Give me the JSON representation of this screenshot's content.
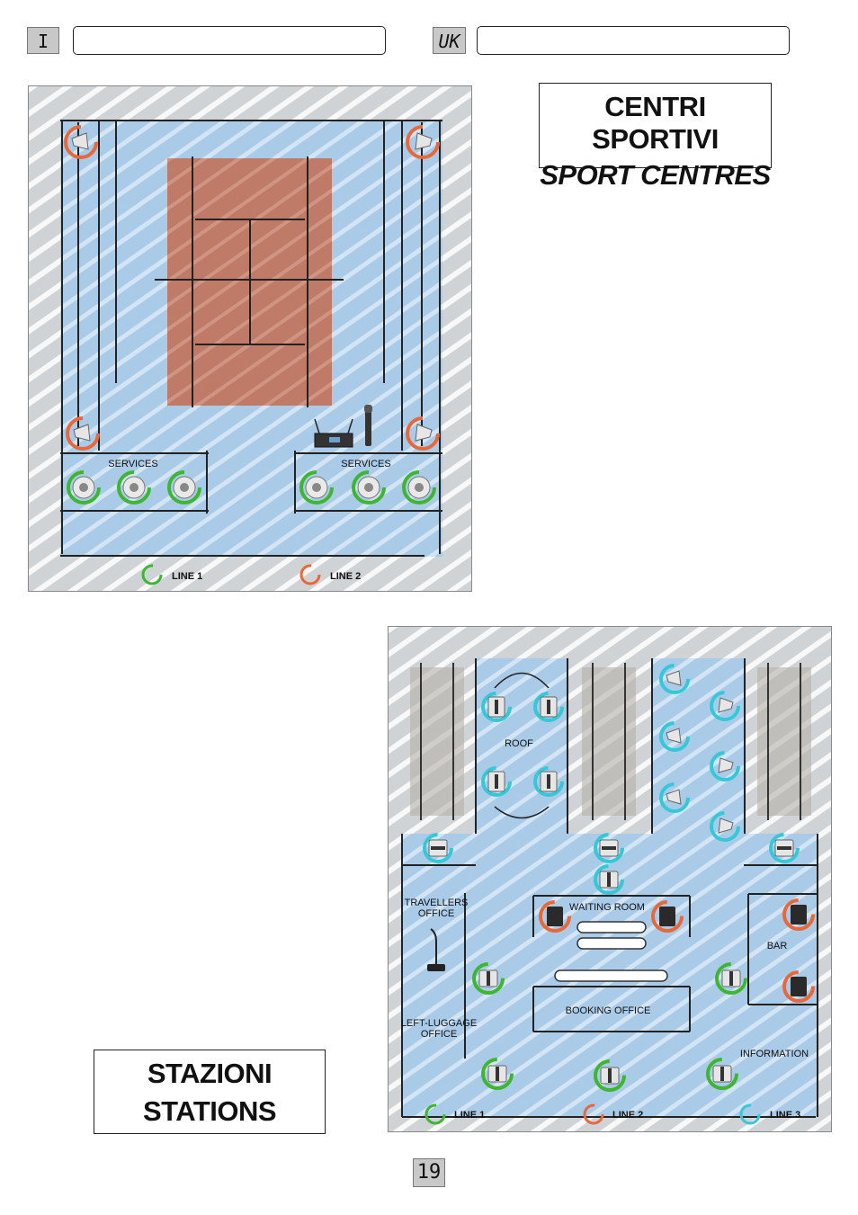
{
  "header": {
    "lang_it": "I",
    "lang_uk": "UK"
  },
  "sport": {
    "title_it": "CENTRI SPORTIVI",
    "title_uk": "SPORT CENTRES",
    "labels": {
      "services_left": "SERVICES",
      "services_right": "SERVICES"
    },
    "legend": [
      {
        "label": "LINE 1",
        "color": "#3fb62f"
      },
      {
        "label": "LINE 2",
        "color": "#e8683a"
      }
    ]
  },
  "stations": {
    "title_it": "STAZIONI",
    "title_uk": "STATIONS",
    "labels": {
      "roof": "ROOF",
      "travellers_1": "TRAVELLERS",
      "travellers_2": "OFFICE",
      "waiting_room": "WAITING ROOM",
      "bar": "BAR",
      "left_luggage_1": "LEFT-LUGGAGE",
      "left_luggage_2": "OFFICE",
      "booking_office": "BOOKING OFFICE",
      "information": "INFORMATION"
    },
    "legend": [
      {
        "label": "LINE 1",
        "color": "#3fb62f"
      },
      {
        "label": "LINE 2",
        "color": "#e8683a"
      },
      {
        "label": "LINE 3",
        "color": "#35c8d8"
      }
    ]
  },
  "footer": {
    "page_number": "19"
  },
  "colors": {
    "floor_blue": "#a9cbe8",
    "panel_grey": "#cfd3d6",
    "court_clay": "#c07b68",
    "line1": "#3fb62f",
    "line2": "#e8683a",
    "line3": "#35c8d8",
    "line_blue": "#2f8fd6"
  }
}
